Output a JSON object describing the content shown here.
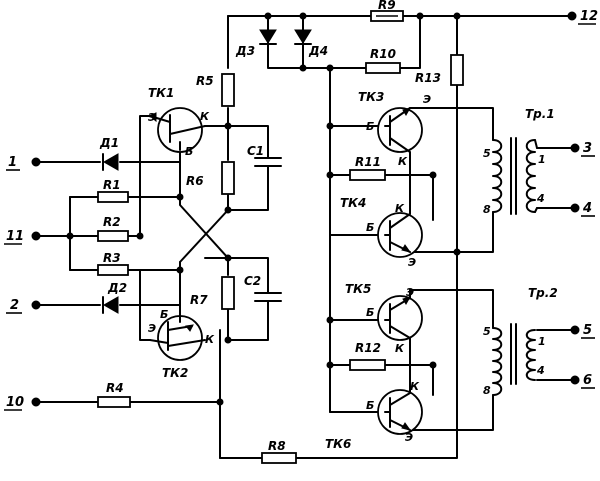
{
  "terminals": {
    "t1": "1",
    "t11": "11",
    "t2": "2",
    "t10": "10",
    "t12": "12",
    "t3": "3",
    "t4": "4",
    "t5": "5",
    "t6": "6"
  },
  "transistors": {
    "tk1": "ТК1",
    "tk2": "ТК2",
    "tk3": "ТК3",
    "tk4": "ТК4",
    "tk5": "ТК5",
    "tk6": "ТК6"
  },
  "resistors": {
    "r1": "R1",
    "r2": "R2",
    "r3": "R3",
    "r4": "R4",
    "r5": "R5",
    "r6": "R6",
    "r7": "R7",
    "r8": "R8",
    "r9": "R9",
    "r10": "R10",
    "r11": "R11",
    "r12": "R12",
    "r13": "R13"
  },
  "capacitors": {
    "c1": "C1",
    "c2": "C2"
  },
  "diodes": {
    "d1": "Д1",
    "d2": "Д2",
    "d3": "Д3",
    "d4": "Д4"
  },
  "transformers": {
    "tr1": "Тр.1",
    "tr2": "Тр.2"
  },
  "pins": {
    "e": "Э",
    "k": "К",
    "b": "Б"
  },
  "windings": {
    "w1": "1",
    "w4": "4",
    "w5": "5",
    "w8": "8"
  }
}
